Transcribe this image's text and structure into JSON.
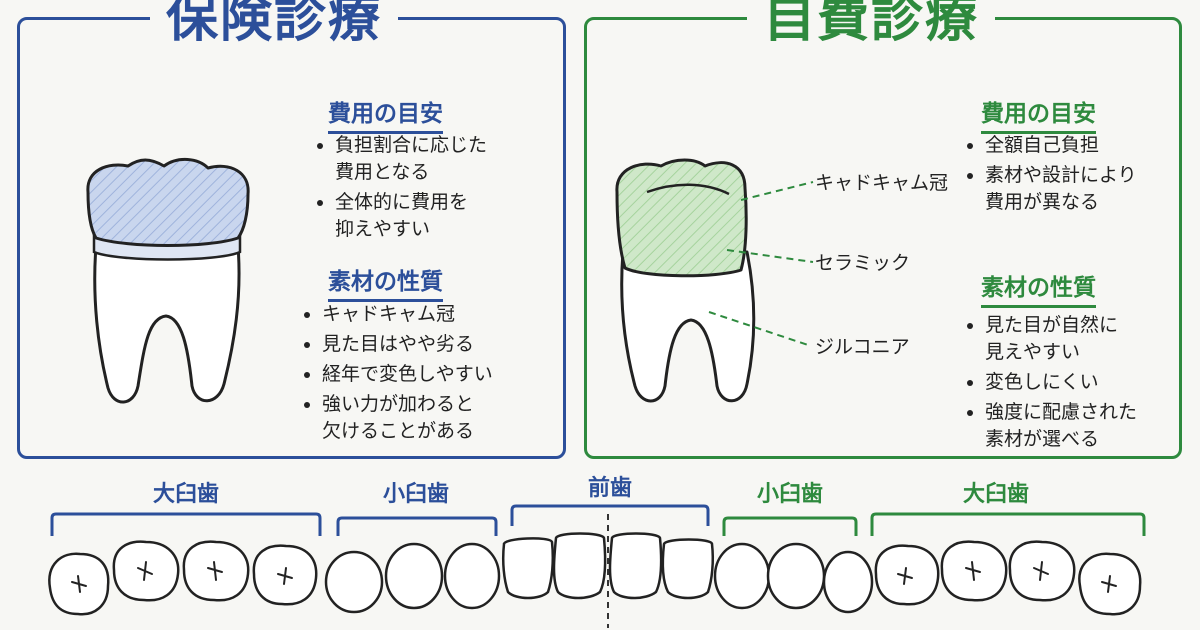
{
  "insurance": {
    "title": "保険診療",
    "cost_heading": "費用の目安",
    "cost_items": [
      "負担割合に応じた\n費用となる",
      "全体的に費用を\n抑えやすい"
    ],
    "material_heading": "素材の性質",
    "material_items": [
      "キャドキャム冠",
      "見た目はやや劣る",
      "経年で変色しやすい",
      "強い力が加わると\n欠けることがある"
    ]
  },
  "self_pay": {
    "title": "自費診療",
    "callouts": [
      "キャドキャム冠",
      "セラミック",
      "ジルコニア"
    ],
    "cost_heading": "費用の目安",
    "cost_items": [
      "全額自己負担",
      "素材や設計により\n費用が異なる"
    ],
    "material_heading": "素材の性質",
    "material_items": [
      "見た目が自然に\n見えやすい",
      "変色しにくい",
      "強度に配慮された\n素材が選べる"
    ]
  },
  "tooth_groups": [
    {
      "label": "大臼歯",
      "color": "#2c4f9a"
    },
    {
      "label": "小臼歯",
      "color": "#2c4f9a"
    },
    {
      "label": "前歯",
      "color": "#2c4f9a"
    },
    {
      "label": "小臼歯",
      "color": "#2e8a3e"
    },
    {
      "label": "大臼歯",
      "color": "#2e8a3e"
    }
  ],
  "colors": {
    "insurance_accent": "#2c4f9a",
    "self_pay_accent": "#2e8a3e",
    "insurance_crown_fill": "#c9d6ee",
    "self_pay_crown_fill": "#cfe8c9"
  }
}
